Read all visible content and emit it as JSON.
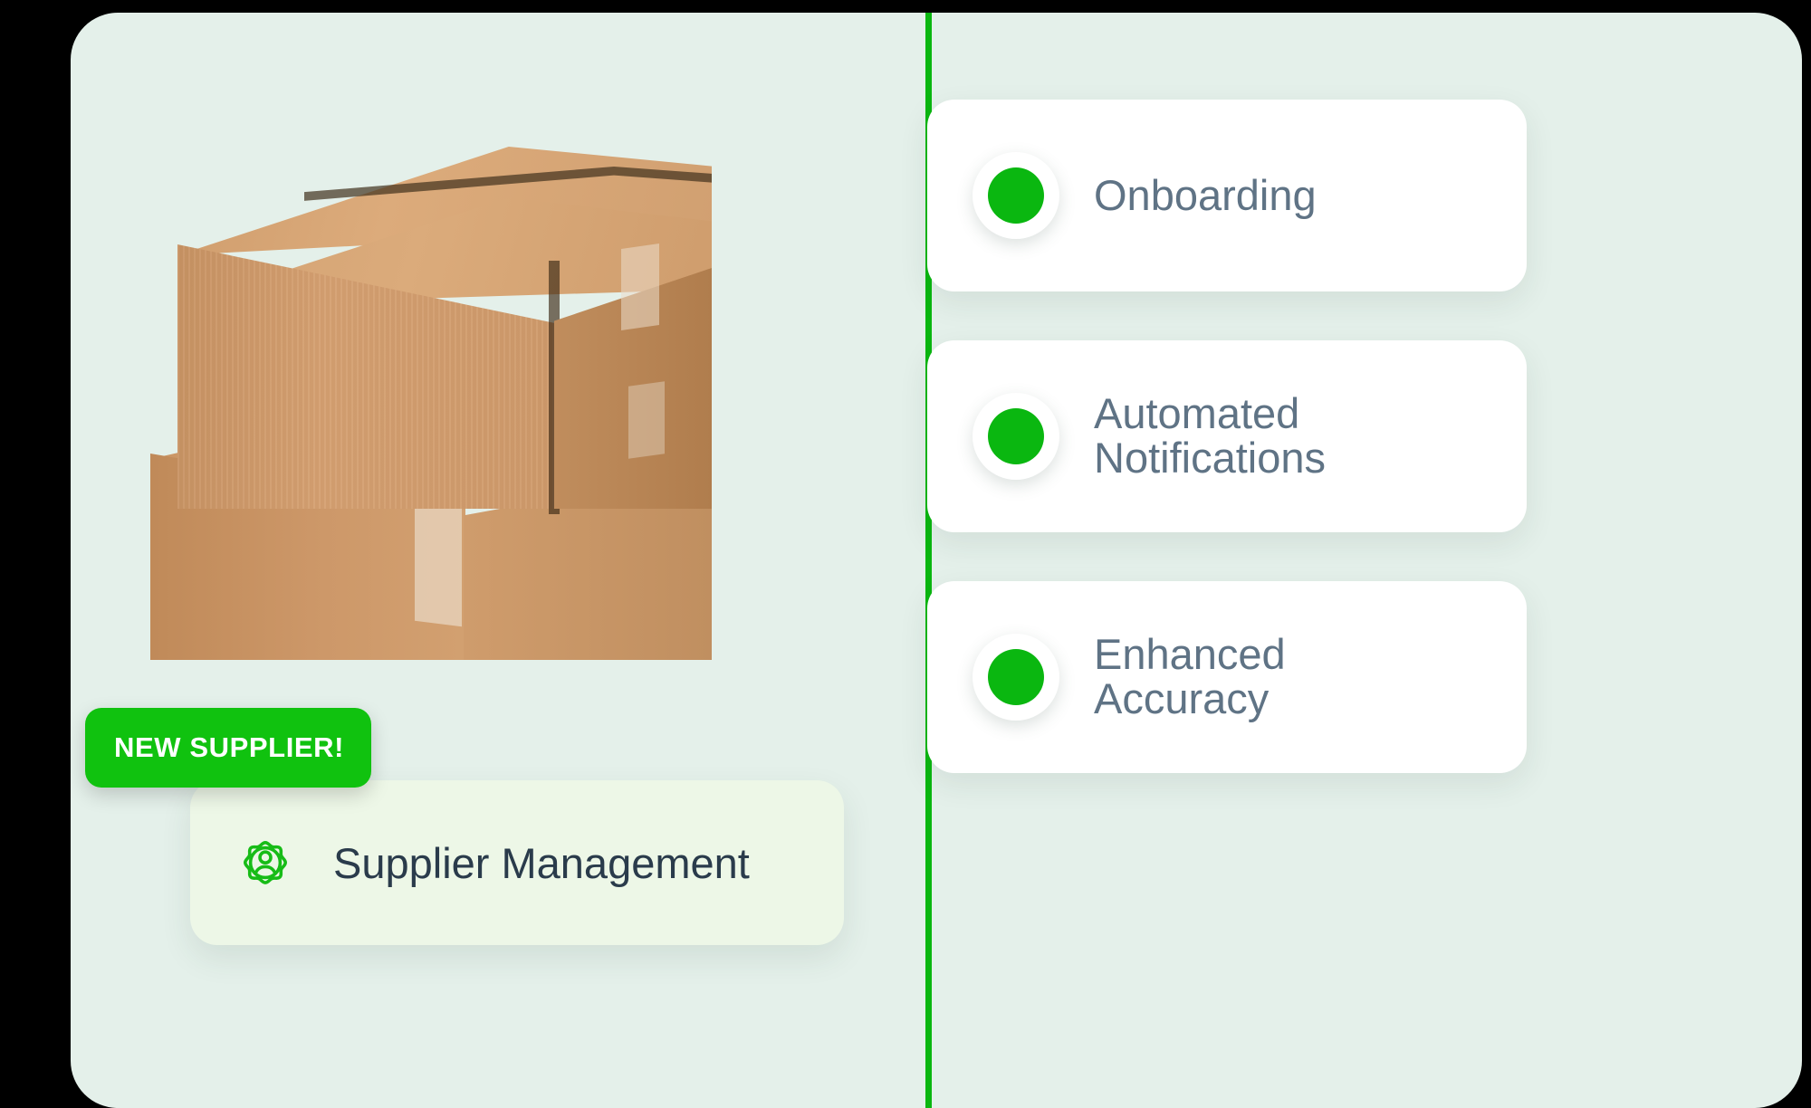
{
  "theme": {
    "panel_background": "#e4f0ea",
    "accent_green": "#0ab710",
    "badge_green": "#10c20f",
    "card_white": "#ffffff",
    "supplier_card_background": "#edf7e7",
    "heading_slate": "#5f7385",
    "supplier_text_navy": "#2a3b4b",
    "carton_light": "#dcab7b",
    "carton_mid": "#cf9a6b",
    "carton_dark": "#b07d4d"
  },
  "badge": {
    "label": "NEW SUPPLIER!"
  },
  "supplier_card": {
    "icon": "gear-user-icon",
    "label": "Supplier Management"
  },
  "photo": {
    "alt": "stacked-cardboard-boxes",
    "items": [
      {
        "name": "upper-carton"
      },
      {
        "name": "lower-carton"
      }
    ]
  },
  "timeline": {
    "connector": "vertical-green-line",
    "steps": [
      {
        "id": "onboarding",
        "label": "Onboarding",
        "dot_color": "#0ab710"
      },
      {
        "id": "notifications",
        "label": "Automated\nNotifications",
        "dot_color": "#0ab710"
      },
      {
        "id": "accuracy",
        "label": "Enhanced\nAccuracy",
        "dot_color": "#0ab710"
      }
    ]
  }
}
